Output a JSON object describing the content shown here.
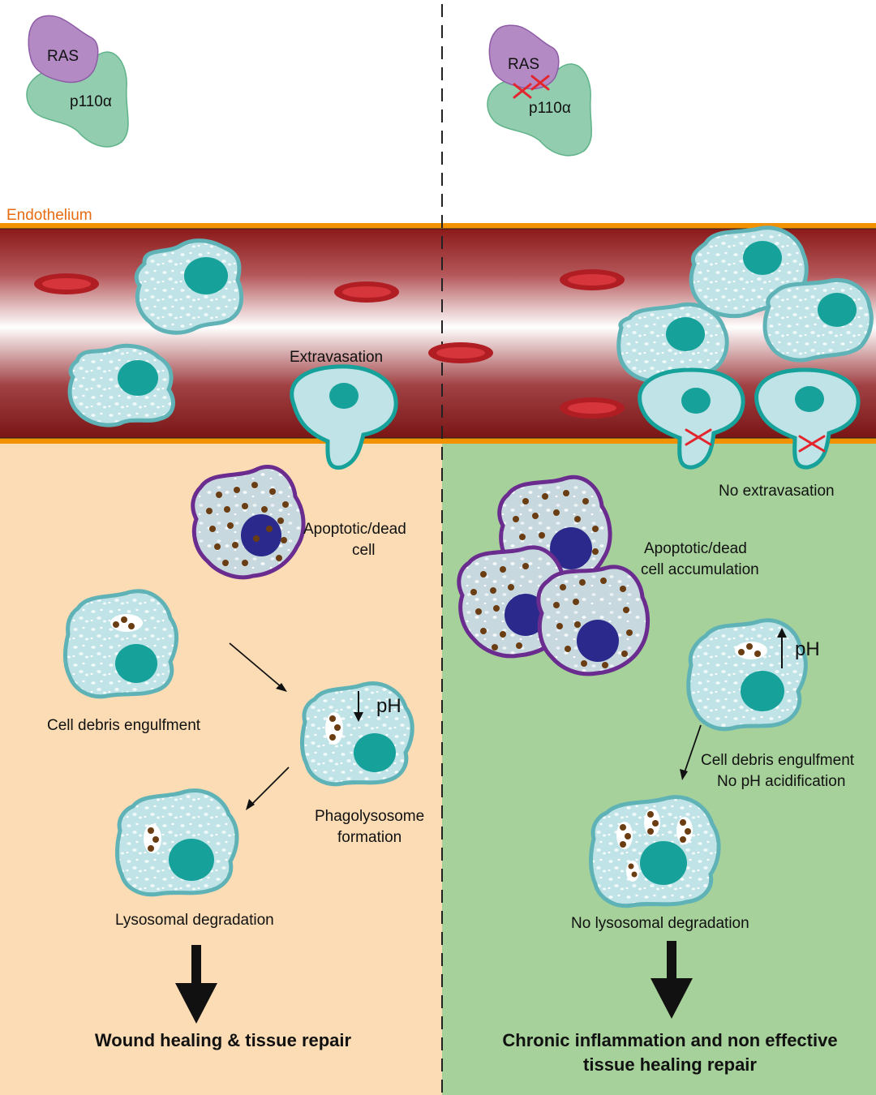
{
  "top_left": {
    "ras": "RAS",
    "p110": "p110α"
  },
  "top_right": {
    "ras": "RAS",
    "p110": "p110α"
  },
  "endothelium_label": "Endothelium",
  "left": {
    "extravasation": "Extravasation",
    "apoptotic_line1": "Apoptotic/dead",
    "apoptotic_line2": "cell",
    "engulfment": "Cell debris engulfment",
    "ph": "pH",
    "phagolysosome_line1": "Phagolysosome",
    "phagolysosome_line2": "formation",
    "lysosomal": "Lysosomal degradation",
    "outcome": "Wound healing & tissue repair"
  },
  "right": {
    "no_extravasation": "No extravasation",
    "accumulation_line1": "Apoptotic/dead",
    "accumulation_line2": "cell accumulation",
    "ph": "pH",
    "engulfment_line1": "Cell debris engulfment",
    "engulfment_line2": "No pH acidification",
    "no_lysosomal": "No lysosomal degradation",
    "outcome_line1": "Chronic inflammation and non effective",
    "outcome_line2": "tissue healing repair"
  },
  "colors": {
    "ras": "#b38ac4",
    "p110": "#93cdb0",
    "endothelium": "#f39200",
    "vessel_dark": "#8b1a1a",
    "rbc": "#c1272d",
    "macrophage_fill": "#bfe3e6",
    "macrophage_edge": "#5fb3b7",
    "nucleus": "#16a19a",
    "apoptotic_edge": "#6a2c8e",
    "apoptotic_nucleus": "#2b2a8c",
    "debris": "#6b3d12",
    "left_bg": "#fbdcb4",
    "right_bg": "#a6d19a",
    "block": "#e3262d"
  }
}
